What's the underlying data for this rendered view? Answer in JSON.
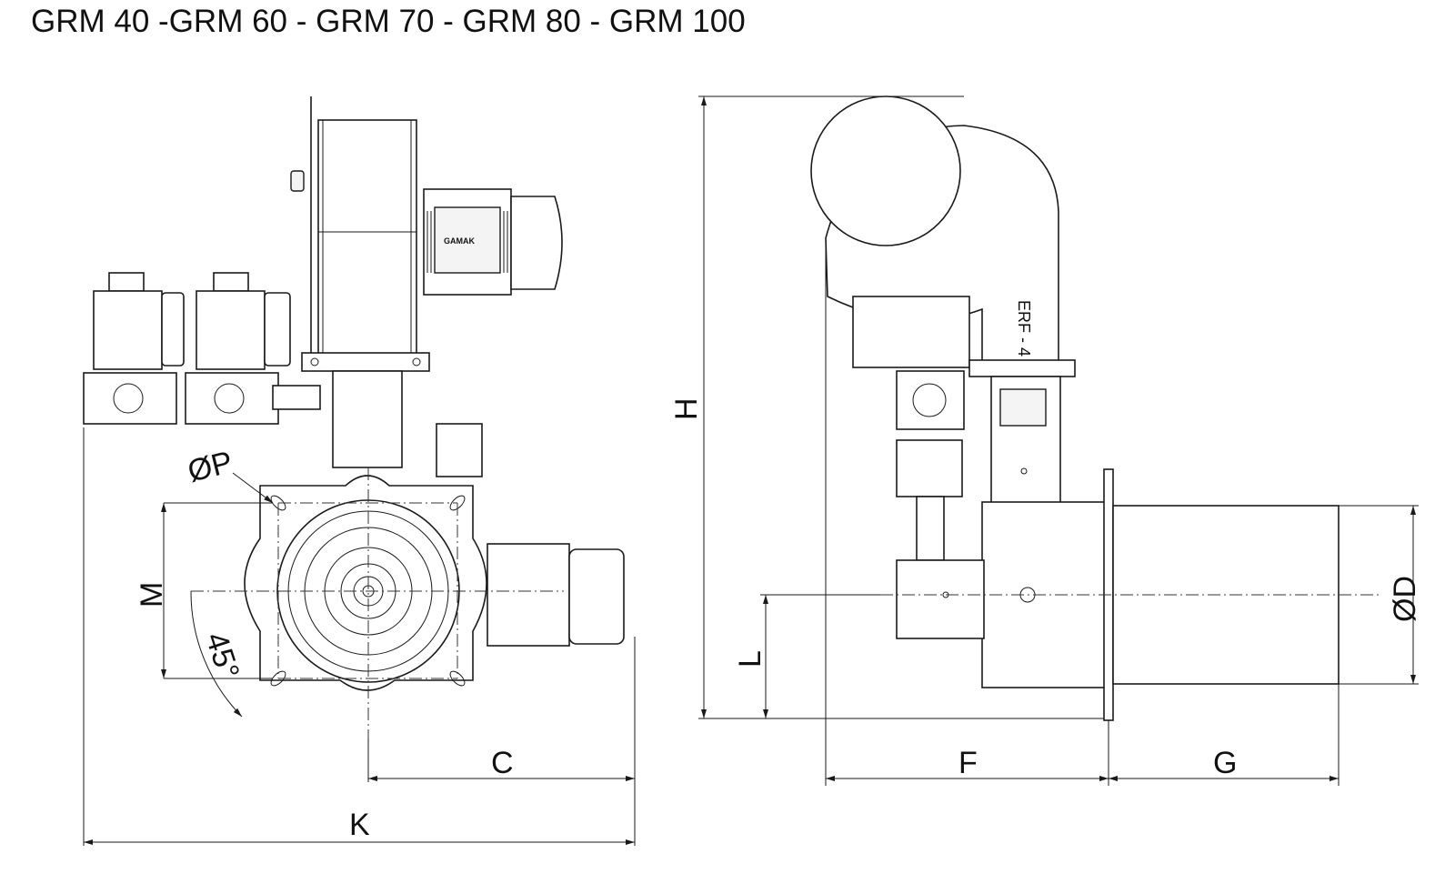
{
  "title": "GRM 40 -GRM 60 - GRM 70 - GRM 80 - GRM 100",
  "labels": {
    "op": "ØP",
    "m": "M",
    "angle": "45°",
    "c": "C",
    "k": "K",
    "h": "H",
    "l": "L",
    "f": "F",
    "g": "G",
    "od": "ØD",
    "motor_brand": "GAMAK",
    "model_plate": "ERF - 4"
  }
}
